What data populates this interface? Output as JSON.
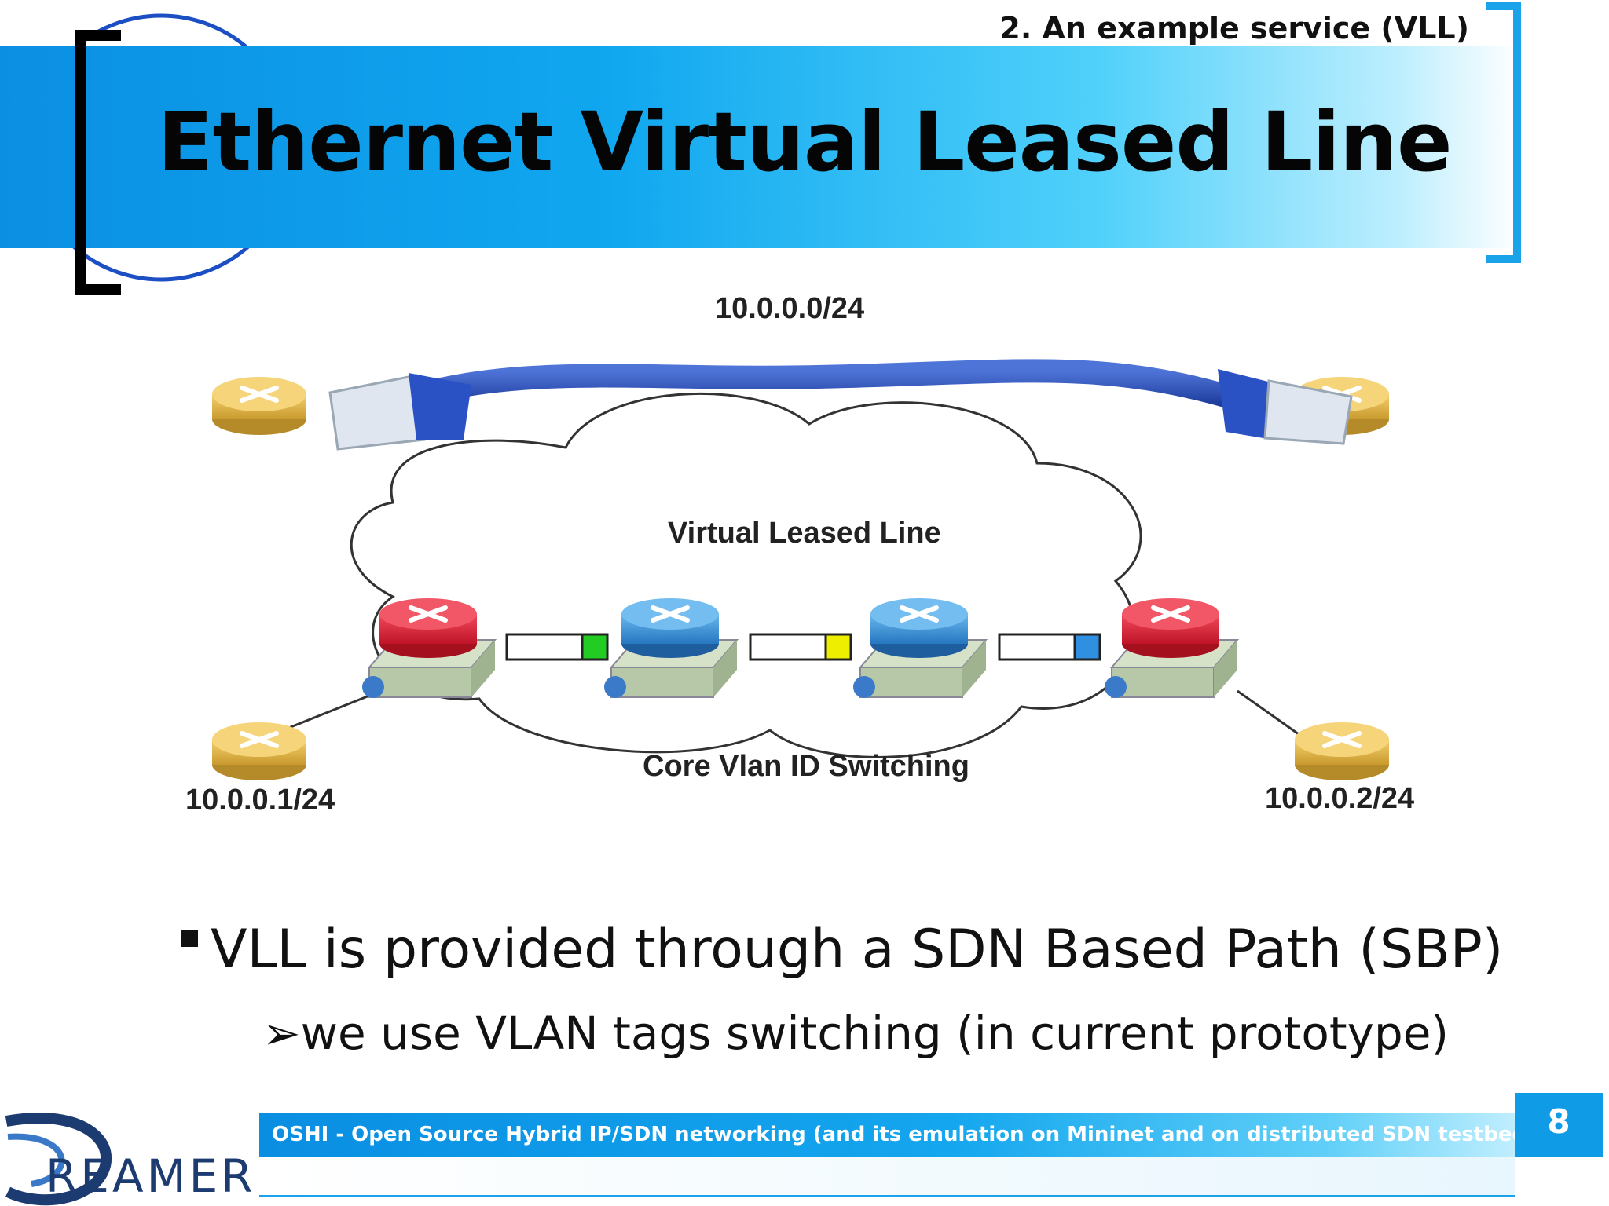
{
  "slide": {
    "section_label": "2. An example service (VLL)",
    "title": "Ethernet Virtual Leased Line",
    "page_number": "8"
  },
  "diagram": {
    "subnet_label": "10.0.0.0/24",
    "cloud_top_label": "Virtual Leased Line",
    "cloud_bottom_label": "Core Vlan ID Switching",
    "left_host_label": "10.0.0.1/24",
    "right_host_label": "10.0.0.2/24",
    "tag_colors": [
      "#22cc22",
      "#eeee00",
      "#2f8fe0"
    ]
  },
  "bullets": {
    "main": "VLL is provided through a SDN Based Path (SBP)",
    "sub": "we use VLAN tags switching (in current prototype)",
    "sub_marker": "➢"
  },
  "footer": {
    "text": "OSHI - Open Source Hybrid IP/SDN networking (and its emulation on Mininet and on distributed SDN testbeds)",
    "logo_text": "REAMER"
  }
}
